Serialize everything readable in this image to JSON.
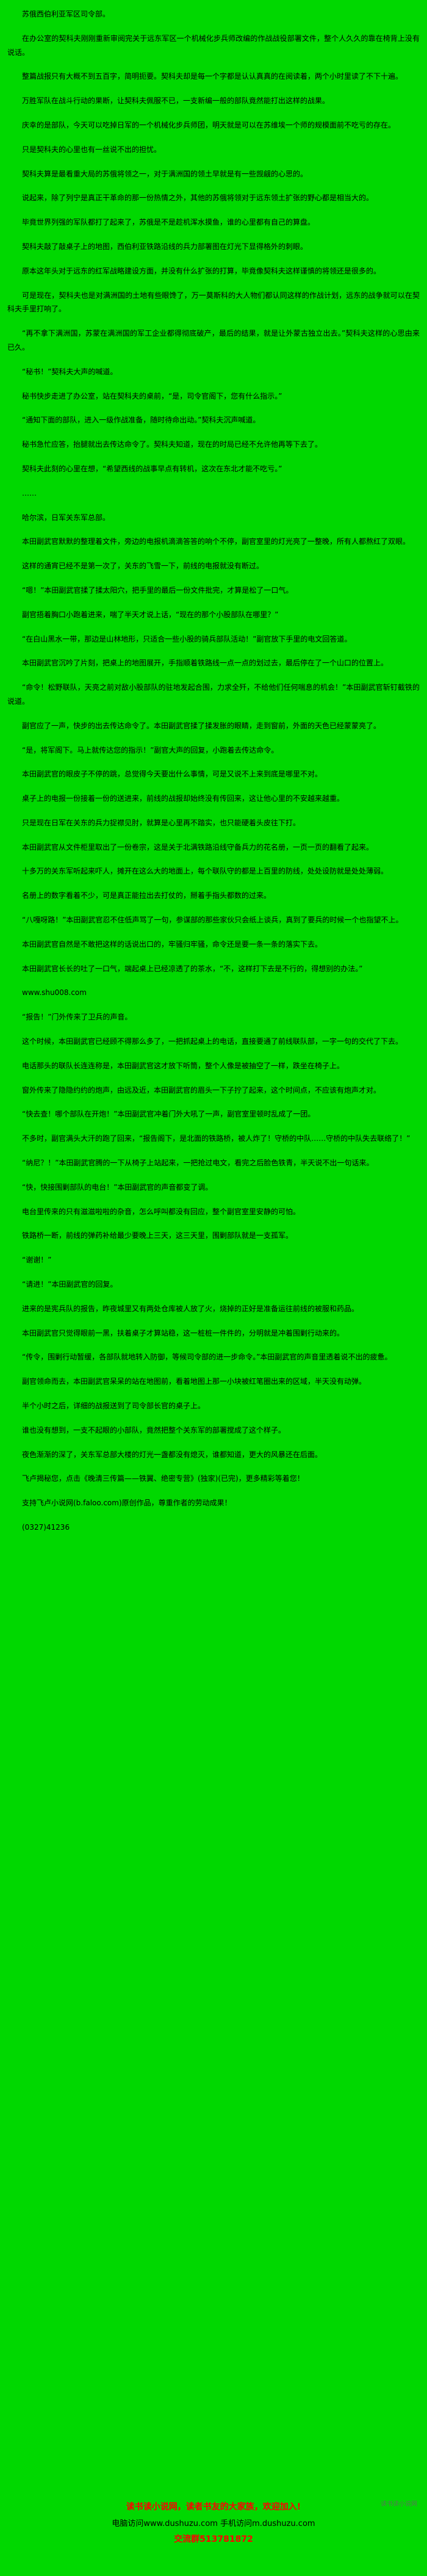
{
  "colors": {
    "background": "#00d800",
    "body_text": "#000000",
    "footer_red": "#ff0000"
  },
  "content": {
    "paragraphs": [
      "苏俄西伯利亚军区司令部。",
      "在办公室的契科夫刚刚重新审阅完关于远东军区一个机械化步兵师改编的作战战役部署文件，整个人久久的靠在椅背上没有说话。",
      "整篇战报只有大概不到五百字，简明扼要。契科夫却是每一个字都是认认真真的在阅读着，两个小时里读了不下十遍。",
      "万胜军队在战斗行动的果断，让契科夫佩服不已，一支新编一般的部队竟然能打出这样的战果。",
      "庆幸的是部队，今天可以吃掉日军的一个机械化步兵师团，明天就是可以在苏维埃一个师的规模面前不吃亏的存在。",
      "只是契科夫的心里也有一丝说不出的担忧。",
      "契科夫算是最看重大局的苏俄将领之一，对于满洲国的领土早就是有一些觊觎的心思的。",
      "说起来，除了列宁是真正干革命的那一份热情之外，其他的苏俄将领对于远东领土扩张的野心都是相当大的。",
      "毕竟世界列强的军队都打了起来了，苏俄是不是趁机浑水摸鱼，谁的心里都有自己的算盘。",
      "契科夫敲了敲桌子上的地图，西伯利亚铁路沿线的兵力部署图在灯光下显得格外的刺眼。",
      "原本这年头对于远东的红军战略建设方面，并没有什么扩张的打算，毕竟像契科夫这样谨慎的将领还是很多的。",
      "可是现在，契科夫也是对满洲国的土地有些眼馋了，万一莫斯科的大人物们都认同这样的作战计划，远东的战争就可以在契科夫手里打响了。",
      "“再不拿下满洲国，苏蒙在满洲国的军工企业都得彻底破产，最后的结果，就是让外蒙古独立出去。”契科夫这样的心思由来已久。",
      "“秘书！”契科夫大声的喊道。",
      "秘书快步走进了办公室，站在契科夫的桌前，“是，司令官阁下，您有什么指示。”",
      "“通知下面的部队，进入一级作战准备，随时待命出动。”契科夫沉声喊道。",
      "秘书急忙应答，抬腿就出去传达命令了。契科夫知道，现在的时局已经不允许他再等下去了。",
      "契科夫此刻的心里在想，“希望西线的战事早点有转机，这次在东北才能不吃亏。”",
      "……",
      "哈尔滨，日军关东军总部。",
      "本田副武官默默的整理着文件，旁边的电报机滴滴答答的响个不停，副官室里的灯光亮了一整晚，所有人都熬红了双眼。",
      "这样的通宵已经不是第一次了，关东的飞雪一下，前线的电报就没有断过。",
      "“嗯！”本田副武官揉了揉太阳穴，把手里的最后一份文件批完，才算是松了一口气。",
      "副官捂着胸口小跑着进来，喘了半天才说上话，“现在的那个小股部队在哪里？”",
      "“在白山黑水一带，那边是山林地形，只适合一些小股的骑兵部队活动！”副官放下手里的电文回答道。",
      "本田副武官沉吟了片刻，把桌上的地图展开，手指顺着铁路线一点一点的划过去，最后停在了一个山口的位置上。",
      "“命令！松野联队，天亮之前对敌小股部队的驻地发起合围，力求全歼，不给他们任何喘息的机会！”本田副武官斩钉截铁的说道。",
      "副官应了一声，快步的出去传达命令了。本田副武官揉了揉发胀的眼睛，走到窗前，外面的天色已经蒙蒙亮了。",
      "“是，将军阁下。马上就传达您的指示！”副官大声的回复，小跑着去传达命令。",
      "本田副武官的眼皮子不停的跳，总觉得今天要出什么事情，可是又说不上来到底是哪里不对。",
      "桌子上的电报一份接着一份的送进来，前线的战报却始终没有传回来，这让他心里的不安越来越重。",
      "只是现在日军在关东的兵力捉襟见肘，就算是心里再不踏实，也只能硬着头皮往下打。",
      "本田副武官从文件柜里取出了一份卷宗，这是关于北满铁路沿线守备兵力的花名册，一页一页的翻看了起来。",
      "十多万的关东军听起来吓人，摊开在这么大的地面上，每个联队守的都是上百里的防线，处处设防就是处处薄弱。",
      "名册上的数字看着不少，可是真正能拉出去打仗的，掰着手指头都数的过来。",
      "“八嘎呀路！”本田副武官忍不住低声骂了一句，参谋部的那些家伙只会纸上谈兵，真到了要兵的时候一个也指望不上。",
      "本田副武官自然是不敢把这样的话说出口的，牢骚归牢骚，命令还是要一条一条的落实下去。",
      "本田副武官长长的吐了一口气，端起桌上已经凉透了的茶水，“不，这样打下去是不行的，得想别的办法。”",
      "www.shu008.com",
      "“报告！”门外传来了卫兵的声音。",
      "这个时候，本田副武官已经顾不得那么多了，一把抓起桌上的电话，直接要通了前线联队部，一字一句的交代了下去。",
      "电话那头的联队长连连称是，本田副武官这才放下听筒，整个人像是被抽空了一样，跌坐在椅子上。",
      "窗外传来了隐隐约约的炮声，由远及近，本田副武官的眉头一下子拧了起来，这个时间点，不应该有炮声才对。",
      "“快去查！哪个部队在开炮！”本田副武官冲着门外大吼了一声，副官室里顿时乱成了一团。",
      "不多时，副官满头大汗的跑了回来，“报告阁下，是北面的铁路桥，被人炸了！守桥的中队……守桥的中队失去联络了！”",
      "“纳尼？！”本田副武官腾的一下从椅子上站起来，一把抢过电文，看完之后脸色铁青，半天说不出一句话来。",
      "“快，快接围剿部队的电台！”本田副武官的声音都变了调。",
      "电台里传来的只有滋滋啦啦的杂音，怎么呼叫都没有回应，整个副官室里安静的可怕。",
      "铁路桥一断，前线的弹药补给最少要晚上三天，这三天里，围剿部队就是一支孤军。",
      "“谢谢！”",
      "“请进！”本田副武官的回复。",
      "进来的是宪兵队的报告，昨夜城里又有两处仓库被人放了火，烧掉的正好是准备运往前线的被服和药品。",
      "本田副武官只觉得眼前一黑，扶着桌子才算站稳，这一桩桩一件件的，分明就是冲着围剿行动来的。",
      "“传令，围剿行动暂缓，各部队就地转入防御，等候司令部的进一步命令。”本田副武官的声音里透着说不出的疲惫。",
      "副官领命而去，本田副武官呆呆的站在地图前，看着地图上那一小块被红笔圈出来的区域，半天没有动弹。",
      "半个小时之后，详细的战报送到了司令部长官的桌子上。",
      "谁也没有想到，一支不起眼的小部队，竟然把整个关东军的部署搅成了这个样子。",
      "夜色渐渐的深了，关东军总部大楼的灯光一盏都没有熄灭，谁都知道，更大的风暴还在后面。",
      "飞卢揭秘您，点击《晚清三传篇——铁翼、绝密专营》(独家)(已完)，更多精彩等着您！",
      "支持飞卢小说网(b.faloo.com)原创作品，尊重作者的劳动成果！",
      "(0327)41236"
    ]
  },
  "footer": {
    "promo": "读书读小说网，读者书友的大家族，欢迎加入!",
    "access": "电脑访问www.dushuzu.com 手机访问m.dushuzu.com",
    "qq_group": "交流群513781872",
    "side_note": "读书读小说网"
  }
}
